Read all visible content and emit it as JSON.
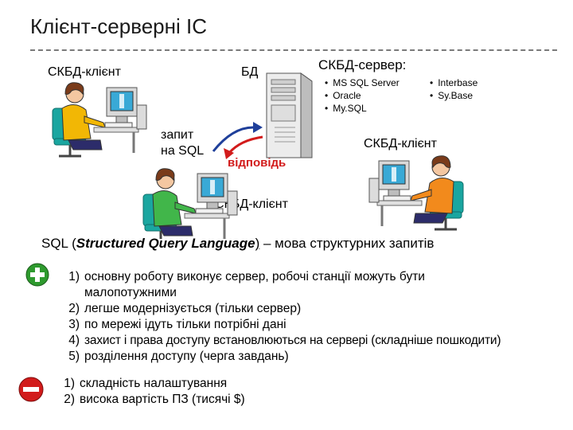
{
  "title": "Клієнт-серверні ІС",
  "labels": {
    "client_top_left": "СКБД-клієнт",
    "db": "БД",
    "server": "СКБД-сервер:",
    "client_right": "СКБД-клієнт",
    "client_bottom": "СКБД-клієнт",
    "request_line1": "запит",
    "request_line2": "на SQL",
    "response": "відповідь"
  },
  "server_products": {
    "col1": [
      "MS SQL Server",
      "Oracle",
      "My.SQL"
    ],
    "col2": [
      "Interbase",
      "Sy.Base"
    ]
  },
  "sql": {
    "abbr": "SQL (",
    "full": "Structured Query Language",
    "close": ")",
    "rest": " – мова структурних запитів"
  },
  "pros": [
    {
      "num": "1)",
      "text": "основну роботу виконує сервер, робочі станції можуть бути"
    },
    {
      "num": "",
      "text": "малопотужними"
    },
    {
      "num": "2)",
      "text": "легше модернізується (тільки сервер)"
    },
    {
      "num": "3)",
      "text": "по мережі ідуть тільки потрібні дані"
    },
    {
      "num": "4)",
      "text": "захист і права доступу встановлюються на сервері (складніше пошкодити)"
    },
    {
      "num": "5)",
      "text": "розділення доступу (черга завдань)"
    }
  ],
  "cons": [
    {
      "num": "1)",
      "text": "складність налаштування"
    },
    {
      "num": "2)",
      "text": "висока вартість ПЗ (тисячі $)"
    }
  ],
  "colors": {
    "plus_badge": "#2e9a2e",
    "minus_badge": "#d21b1b",
    "request_arrow": "#1f3f9a",
    "response_arrow": "#d21b1b",
    "response_text": "#d21b1b",
    "shirt_green": "#41b64a",
    "shirt_yellow": "#f2b705",
    "shirt_orange": "#f28a1c",
    "chair_teal": "#1aa6a0",
    "hair_brown": "#7a3b1a",
    "monitor_screen": "#39a9d6"
  }
}
